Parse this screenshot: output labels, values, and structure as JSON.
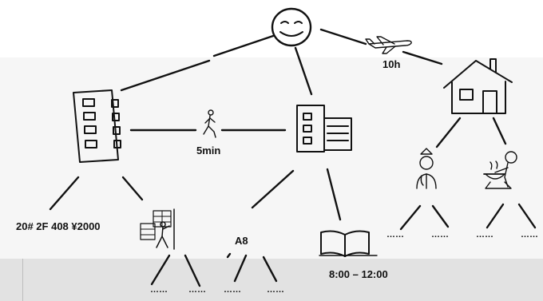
{
  "labels": {
    "flight_time": "10h",
    "walk_time": "5min",
    "room_price": "20# 2F 408 ¥2000",
    "classroom": "A8",
    "class_hours": "8:00 – 12:00"
  },
  "dots": {
    "d1": "……",
    "d2": "……",
    "d3": "……",
    "d4": "……",
    "d5": "……",
    "d6": "……",
    "d7": "……",
    "d8": "……",
    "d9": "……"
  },
  "icons": [
    "smiley-face-icon",
    "airplane-icon",
    "house-icon",
    "apartment-building-icon",
    "walking-person-icon",
    "school-building-icon",
    "worker-ladder-icon",
    "open-book-icon",
    "doctor-icon",
    "cook-icon"
  ]
}
